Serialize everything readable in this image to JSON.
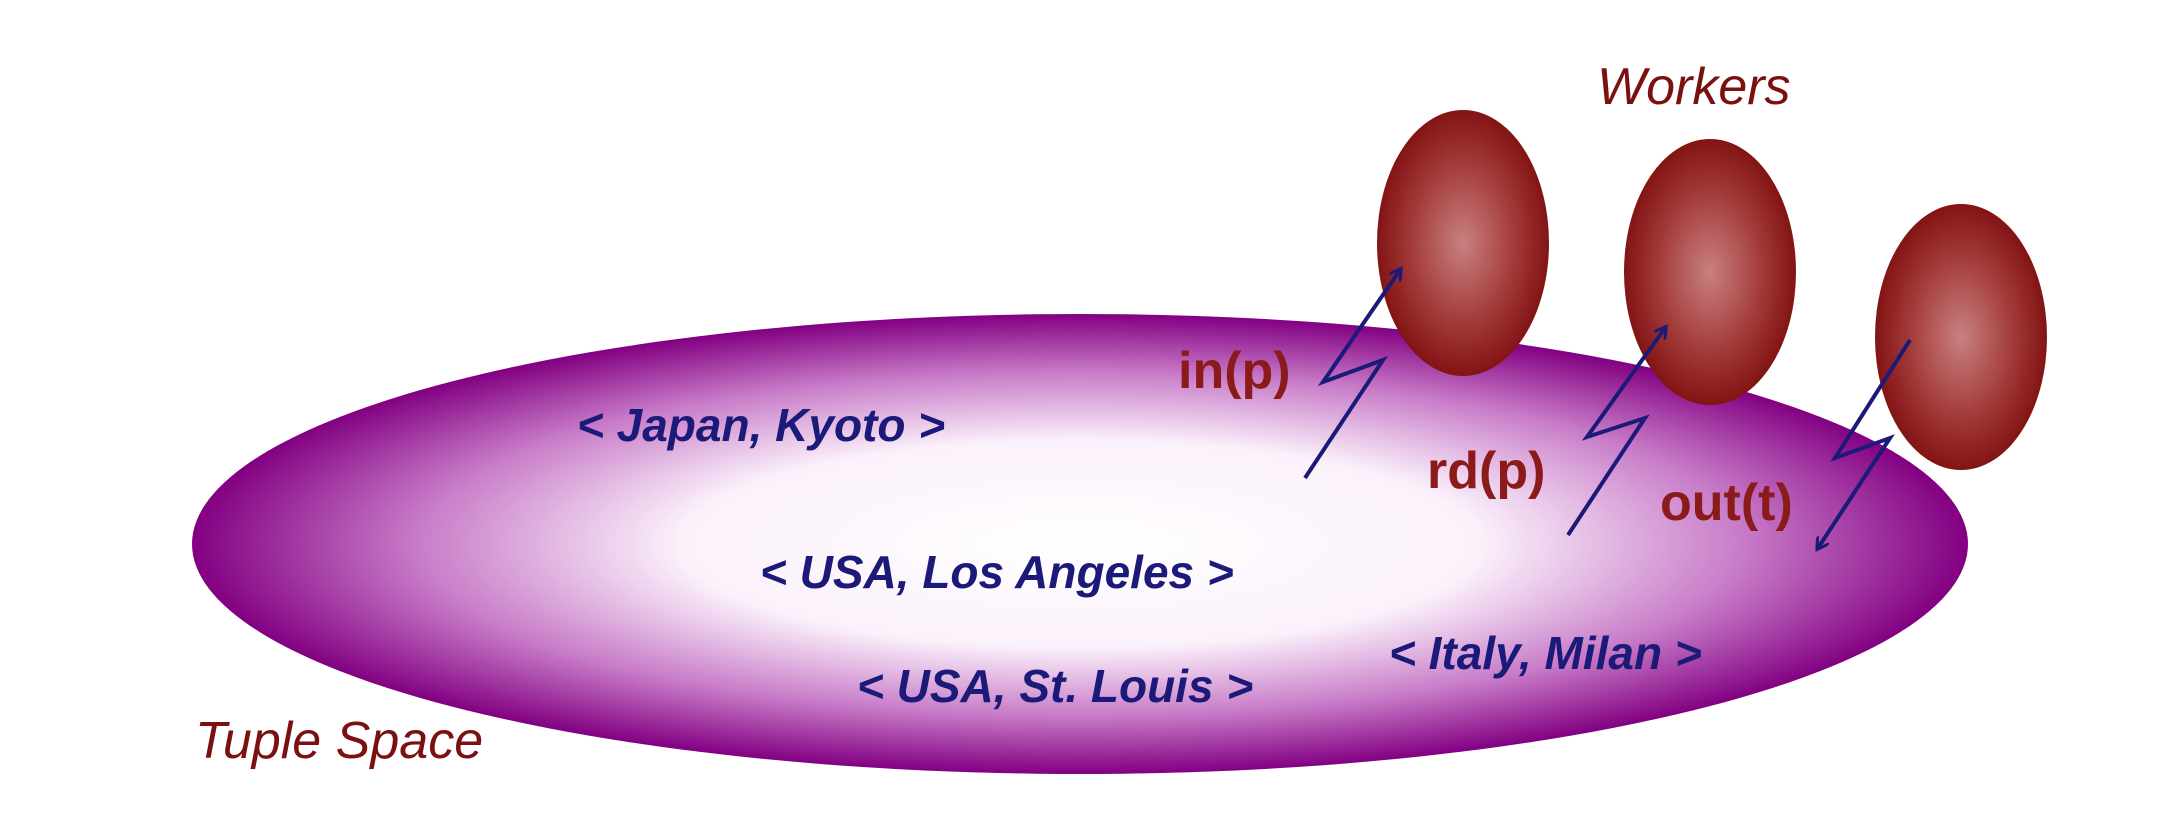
{
  "labels": {
    "workers": "Workers",
    "tuple_space": "Tuple Space"
  },
  "tuples": [
    "< Japan, Kyoto >",
    "< USA, Los Angeles >",
    "< USA, St. Louis >",
    "< Italy, Milan >"
  ],
  "operations": {
    "in": "in(p)",
    "rd": "rd(p)",
    "out": "out(t)"
  },
  "colors": {
    "tuple_space_edge": "#820082",
    "tuple_space_center": "#ffffff",
    "worker_edge": "#7f0a0a",
    "worker_center": "#c77a7a",
    "tuple_text": "#1b1a78",
    "operation_text": "#8b1a1a",
    "arrow": "#1b1a78"
  }
}
